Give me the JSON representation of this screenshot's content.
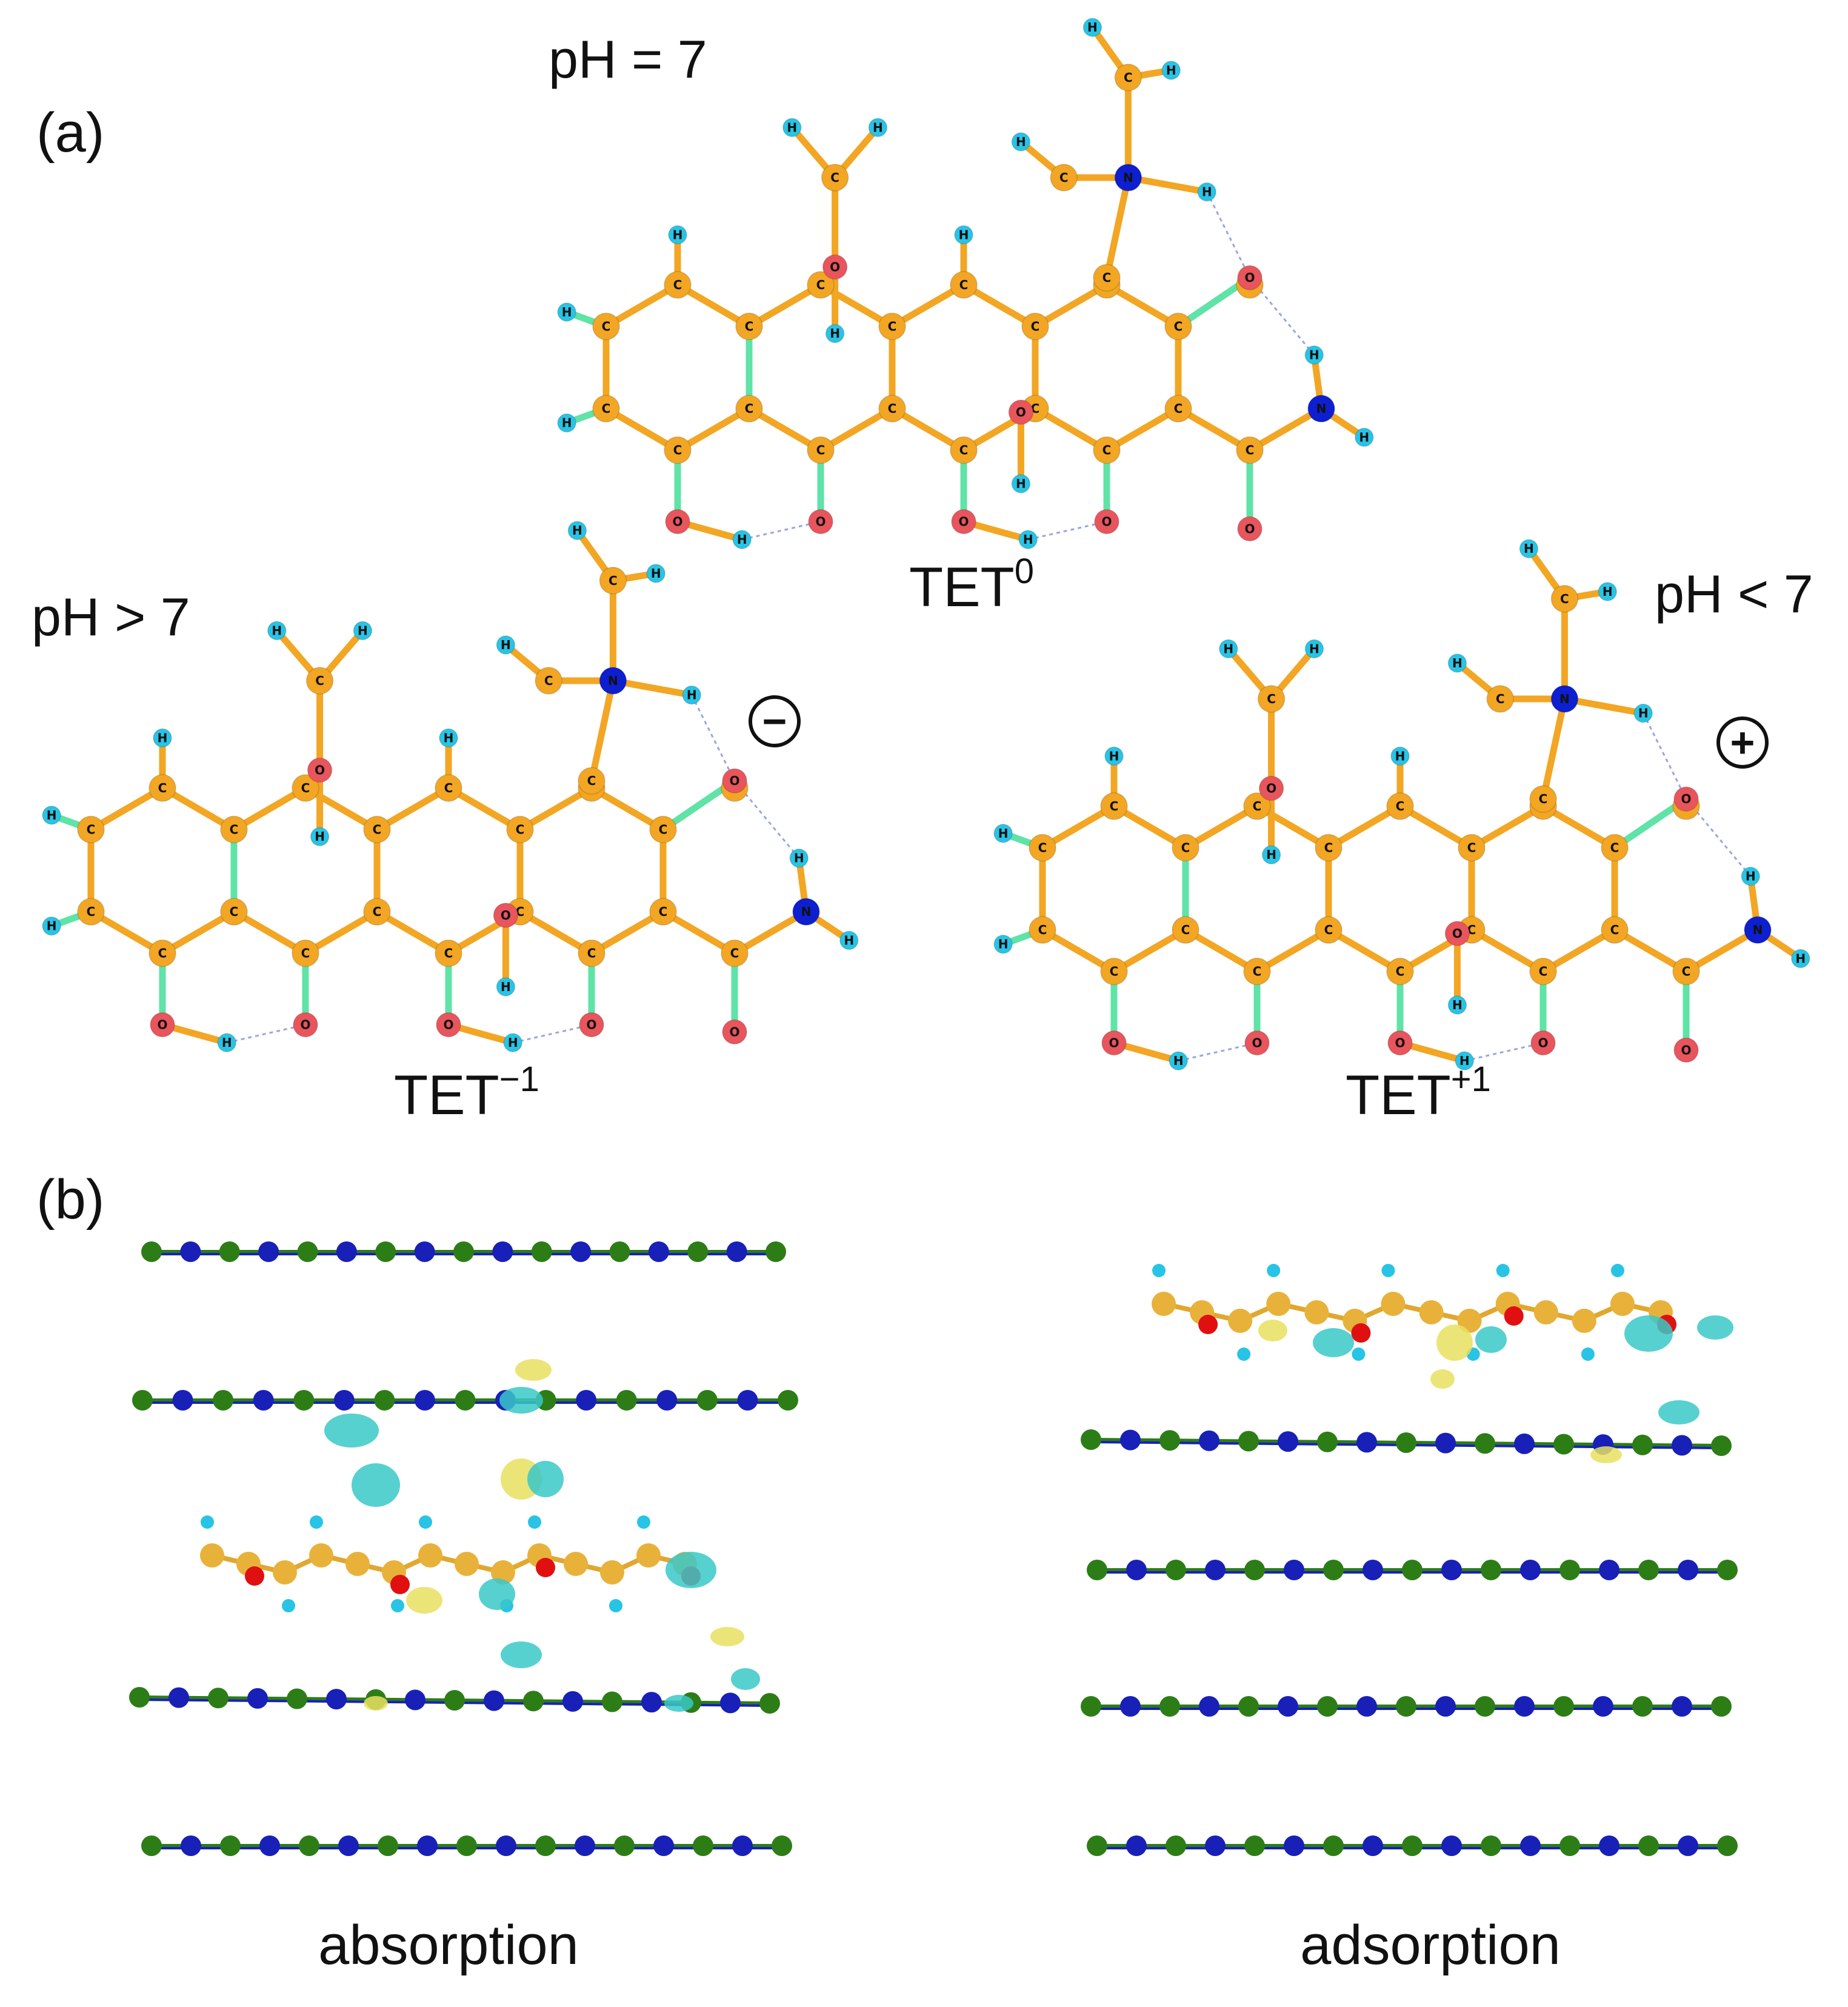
{
  "panel_a": {
    "label": "(a)",
    "neutral": {
      "ph": "pH = 7",
      "species": "TET",
      "charge": "0"
    },
    "anion": {
      "ph": "pH > 7",
      "species": "TET",
      "charge": "−1",
      "sign": "−"
    },
    "cation": {
      "ph": "pH < 7",
      "species": "TET",
      "charge": "+1",
      "sign": "+"
    }
  },
  "panel_b": {
    "label": "(b)",
    "left_caption": "absorption",
    "right_caption": "adsorption"
  },
  "atom_labels": {
    "carbon": "C",
    "hydrogen": "H",
    "oxygen": "O",
    "nitrogen": "N"
  },
  "colors": {
    "carbon": "#f2a623",
    "oxygen": "#e8555c",
    "nitrogen": "#0d1fd1",
    "hydrogen": "#27c4e6",
    "bond_green": "#5fe3a6",
    "layer_green": "#2d7d16",
    "layer_blue": "#1820b8",
    "iso_cyan": "#39c8c8",
    "iso_yellow": "#e8e060",
    "atom_red": "#e01010"
  }
}
